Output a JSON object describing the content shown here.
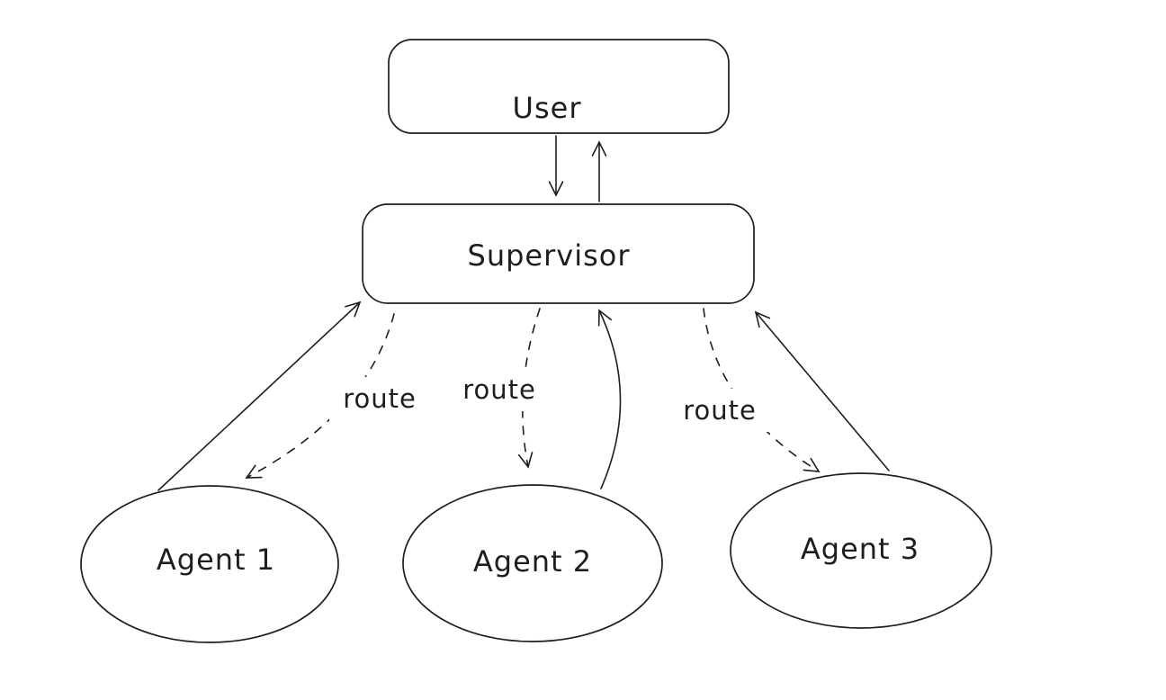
{
  "diagram": {
    "type": "flowchart",
    "background_color": "#ffffff",
    "stroke_color": "#1e1e1e",
    "nodes": {
      "user": {
        "label": "User",
        "shape": "rounded-rectangle"
      },
      "supervisor": {
        "label": "Supervisor",
        "shape": "rounded-rectangle"
      },
      "agent1": {
        "label": "Agent 1",
        "shape": "ellipse"
      },
      "agent2": {
        "label": "Agent 2",
        "shape": "ellipse"
      },
      "agent3": {
        "label": "Agent 3",
        "shape": "ellipse"
      }
    },
    "edges": [
      {
        "from": "user",
        "to": "supervisor",
        "style": "solid",
        "label": ""
      },
      {
        "from": "supervisor",
        "to": "user",
        "style": "solid",
        "label": ""
      },
      {
        "from": "agent1",
        "to": "supervisor",
        "style": "solid",
        "label": ""
      },
      {
        "from": "supervisor",
        "to": "agent1",
        "style": "dashed",
        "label": "route"
      },
      {
        "from": "supervisor",
        "to": "agent2",
        "style": "dashed",
        "label": "route"
      },
      {
        "from": "agent2",
        "to": "supervisor",
        "style": "solid",
        "label": ""
      },
      {
        "from": "supervisor",
        "to": "agent3",
        "style": "dashed",
        "label": "route"
      },
      {
        "from": "agent3",
        "to": "supervisor",
        "style": "solid",
        "label": ""
      }
    ]
  }
}
